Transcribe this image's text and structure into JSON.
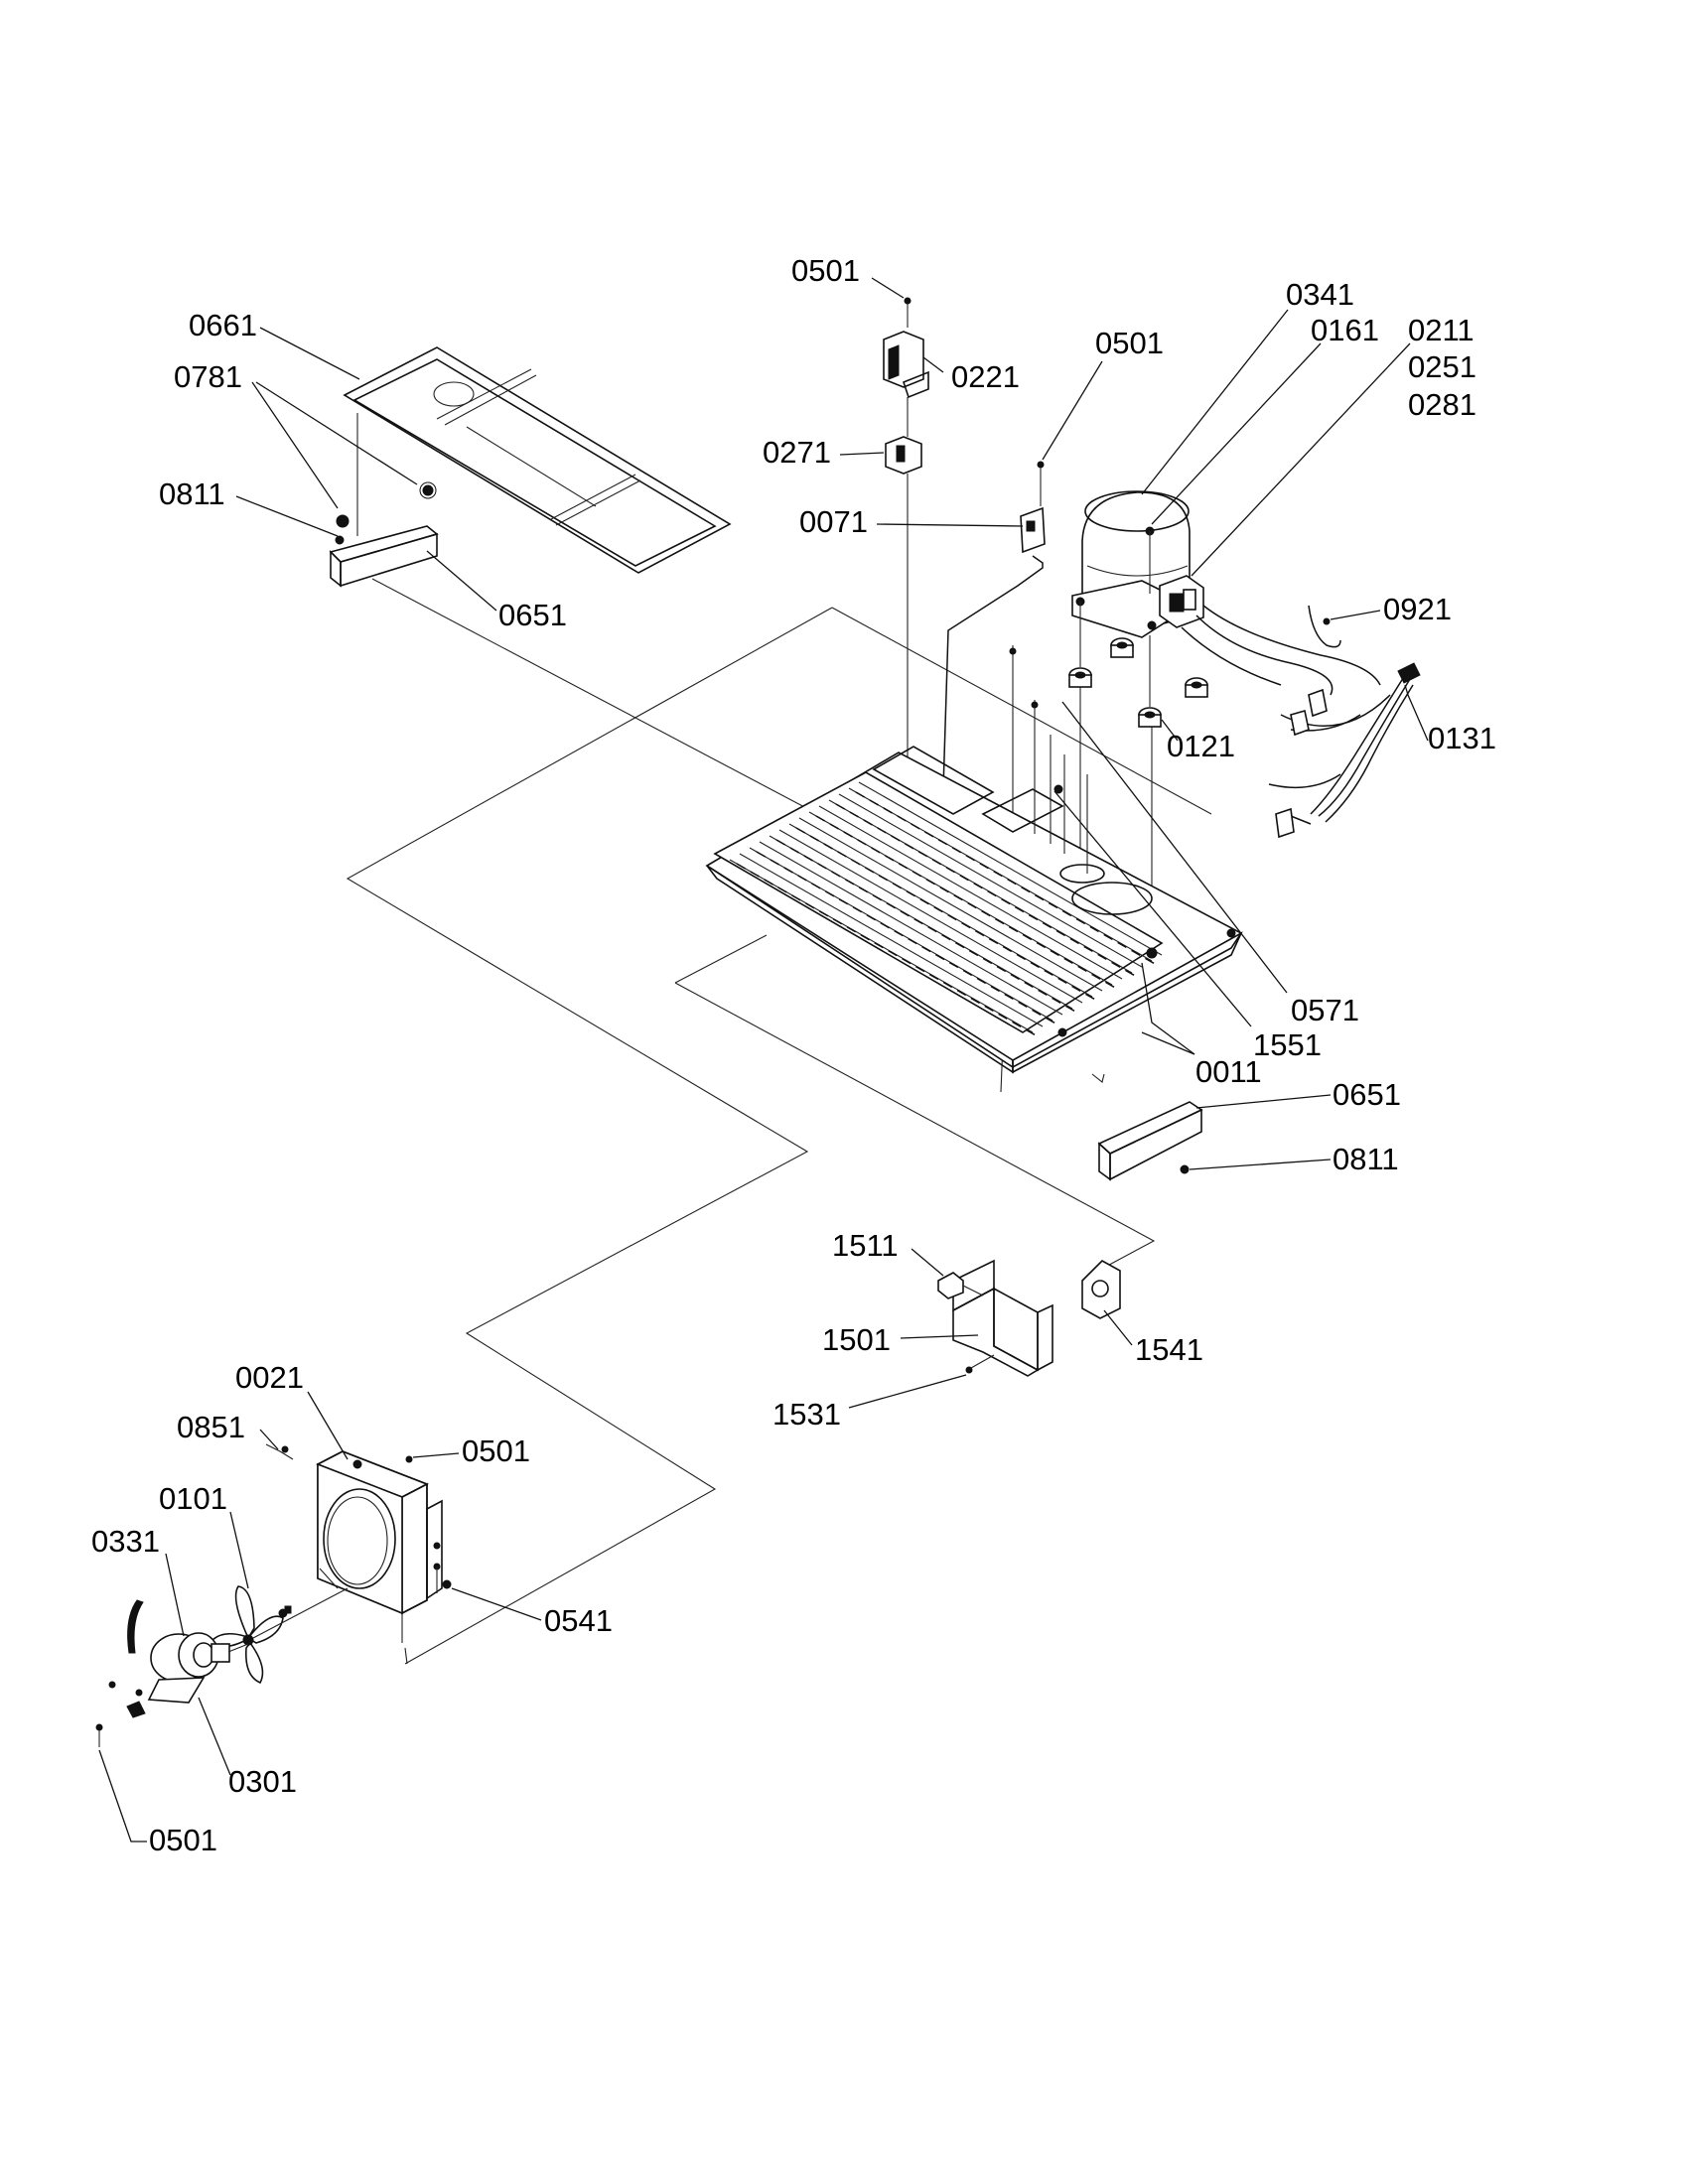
{
  "labels": {
    "l0661": "0661",
    "l0781": "0781",
    "l0811_a": "0811",
    "l0651_a": "0651",
    "l0501_a": "0501",
    "l0221": "0221",
    "l0271": "0271",
    "l0071": "0071",
    "l0501_b": "0501",
    "l0341": "0341",
    "l0161": "0161",
    "l0211": "0211",
    "l0251": "0251",
    "l0281": "0281",
    "l0921": "0921",
    "l0121": "0121",
    "l0131": "0131",
    "l0571": "0571",
    "l1551": "1551",
    "l0011": "0011",
    "l0651_b": "0651",
    "l0811_b": "0811",
    "l1511": "1511",
    "l1501": "1501",
    "l1541": "1541",
    "l1531": "1531",
    "l0021": "0021",
    "l0851": "0851",
    "l0501_c": "0501",
    "l0101": "0101",
    "l0331": "0331",
    "l0541": "0541",
    "l0301": "0301",
    "l0501_d": "0501"
  }
}
